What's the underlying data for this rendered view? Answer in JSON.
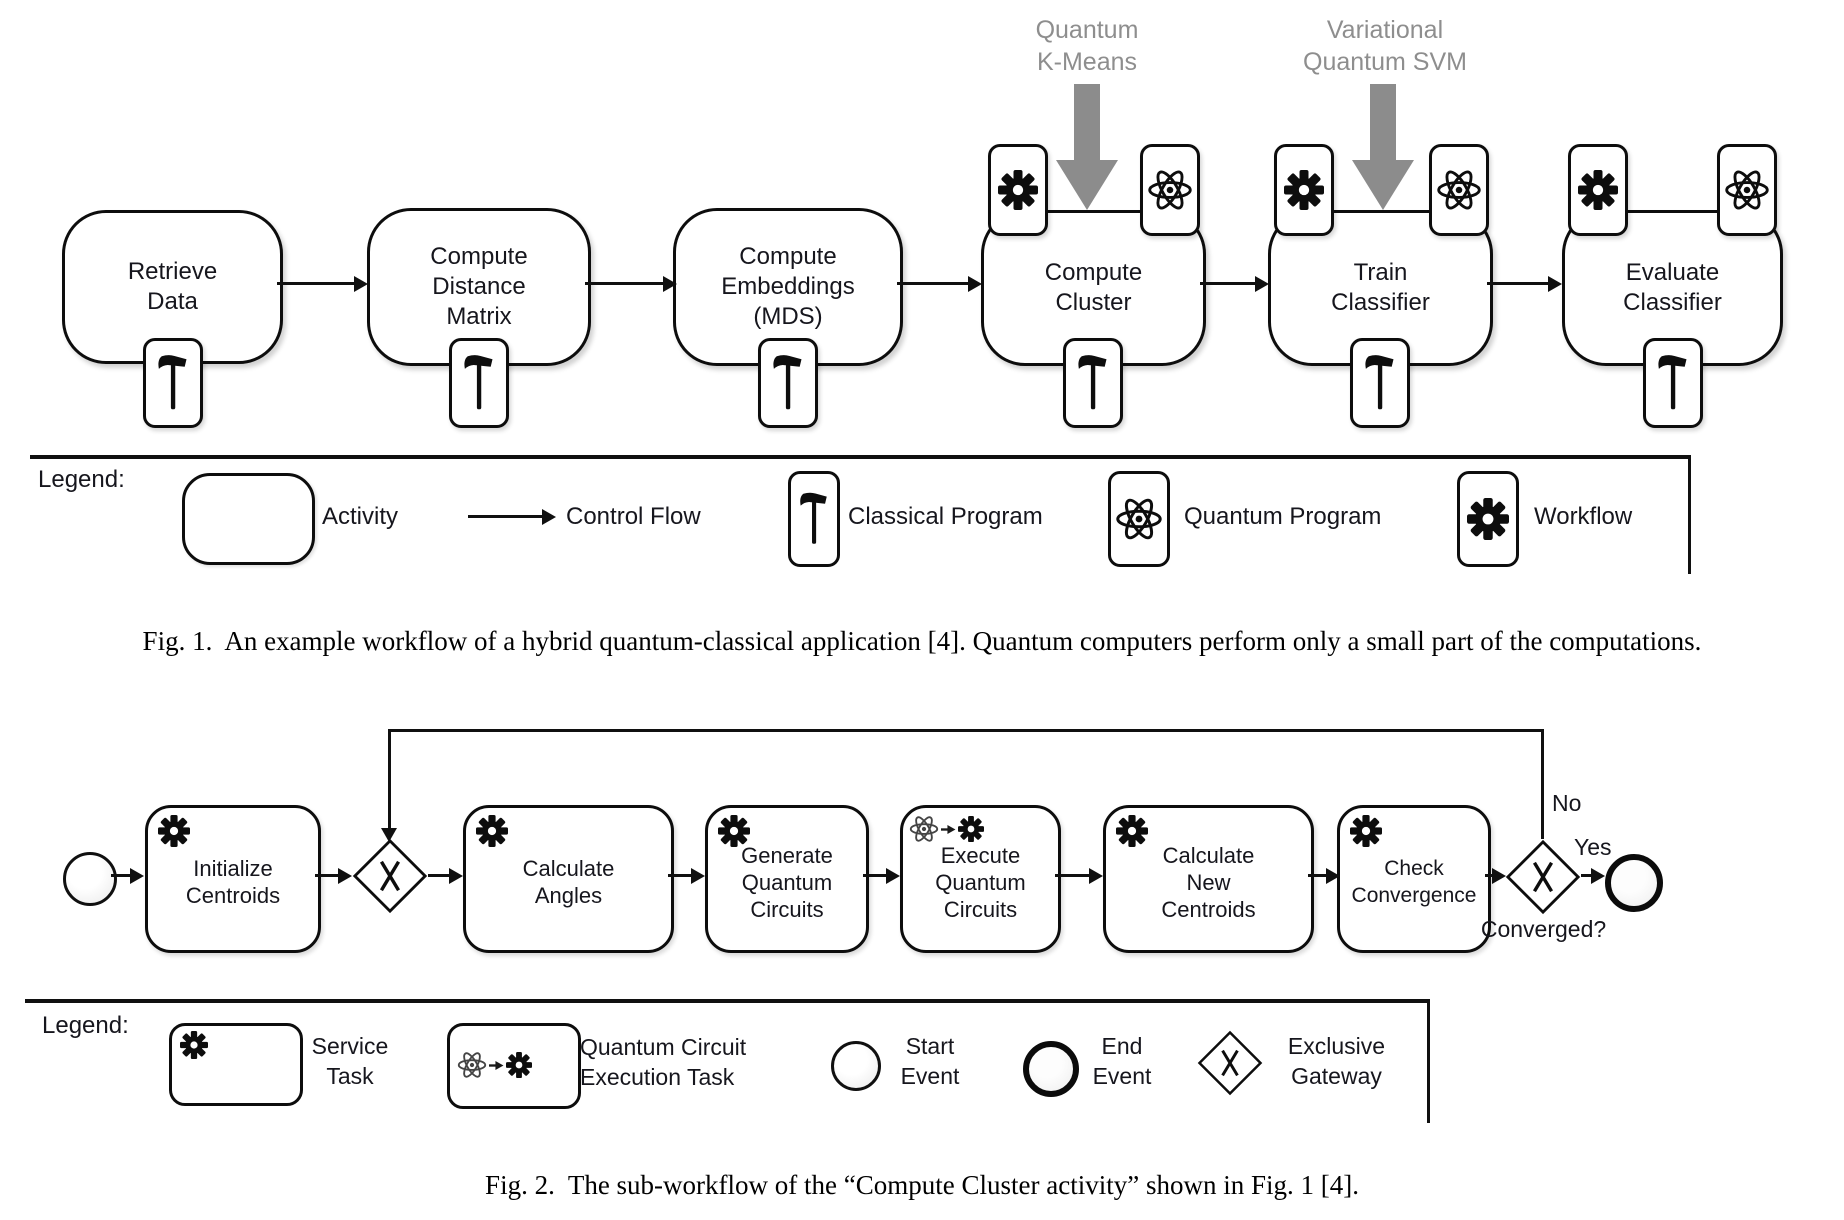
{
  "fig1": {
    "annotations": {
      "kmeans": "Quantum\nK-Means",
      "svm": "Variational\nQuantum SVM"
    },
    "activities": [
      "Retrieve\nData",
      "Compute\nDistance\nMatrix",
      "Compute\nEmbeddings\n(MDS)",
      "Compute\nCluster",
      "Train\nClassifier",
      "Evaluate\nClassifier"
    ],
    "legend": {
      "title": "Legend:",
      "activity": "Activity",
      "control_flow": "Control Flow",
      "classical_program": "Classical Program",
      "quantum_program": "Quantum Program",
      "workflow": "Workflow"
    },
    "caption": "Fig. 1.  An example workflow of a hybrid quantum-classical application [4]. Quantum computers perform only a small part of the computations."
  },
  "fig2": {
    "tasks": [
      "Initialize\nCentroids",
      "Calculate\nAngles",
      "Generate\nQuantum\nCircuits",
      "Execute\nQuantum\nCircuits",
      "Calculate\nNew\nCentroids",
      "Check\nConvergence"
    ],
    "flow_labels": {
      "no": "No",
      "yes": "Yes",
      "question": "Converged?"
    },
    "legend": {
      "title": "Legend:",
      "service_task": "Service\nTask",
      "qce_task": "Quantum Circuit\nExecution Task",
      "start_event": "Start\nEvent",
      "end_event": "End\nEvent",
      "exclusive_gateway": "Exclusive\nGateway"
    },
    "caption": "Fig. 2.  The sub-workflow of the “Compute Cluster activity” shown in Fig. 1 [4]."
  },
  "colors": {
    "ink": "#101010",
    "annotation_gray": "#8c8c8c"
  }
}
